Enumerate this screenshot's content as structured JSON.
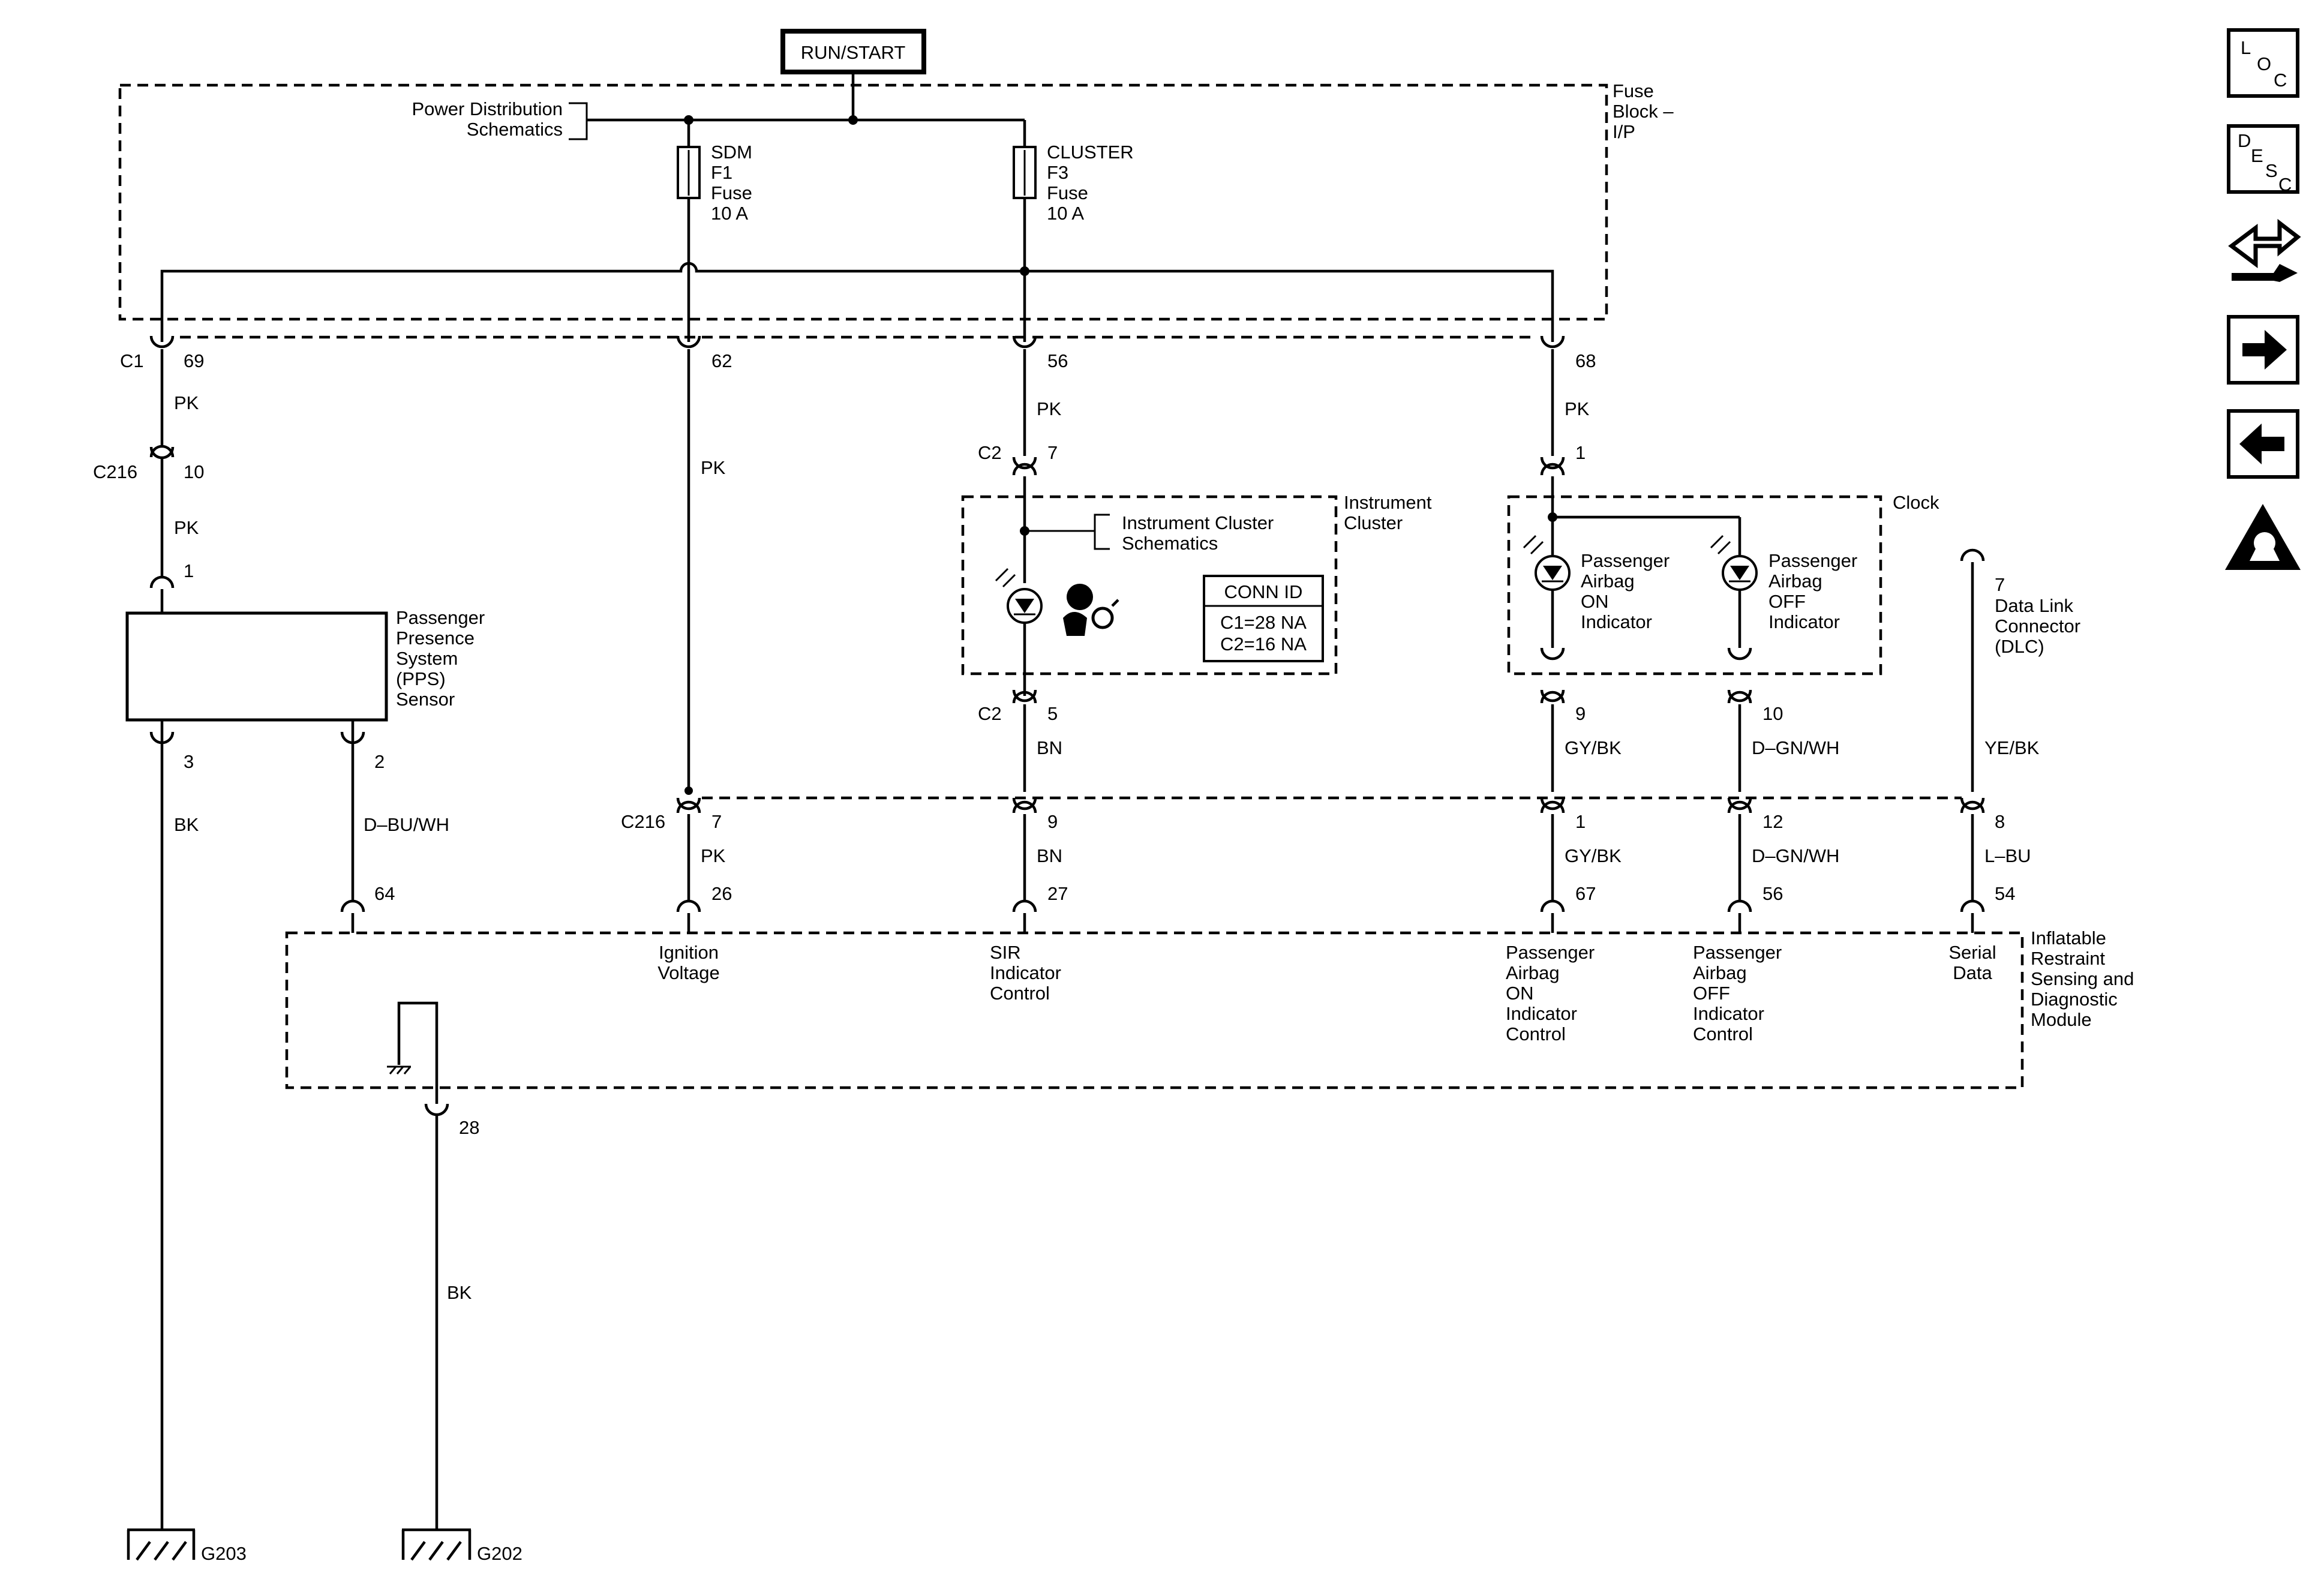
{
  "power": {
    "run_start": "RUN/START"
  },
  "fuse_block": {
    "title_1": "Fuse",
    "title_2": "Block –",
    "title_3": "I/P",
    "power_dist_1": "Power Distribution",
    "power_dist_2": "Schematics",
    "fuse_sdm": [
      "SDM",
      "F1",
      "Fuse",
      "10 A"
    ],
    "fuse_cluster": [
      "CLUSTER",
      "F3",
      "Fuse",
      "10 A"
    ]
  },
  "connectors": {
    "c1": "C1",
    "c216": "C216",
    "c216b": "C216",
    "c2a": "C2",
    "c2b": "C2",
    "p69": "69",
    "p62": "62",
    "p56": "56",
    "p68": "68",
    "p10": "10",
    "p1": "1",
    "p3": "3",
    "p2": "2",
    "p64": "64",
    "p7c2": "7",
    "p1clock": "1",
    "p5": "5",
    "p9clock": "9",
    "p10clock": "10",
    "p7dlc": "7",
    "p7c216": "7",
    "p9c216": "9",
    "p1c216": "1",
    "p12c216": "12",
    "p8c216": "8",
    "p26": "26",
    "p27": "27",
    "p67": "67",
    "p56b": "56",
    "p54": "54",
    "p28": "28"
  },
  "wires": {
    "pk": "PK",
    "bk": "BK",
    "dbuwh": "D–BU/WH",
    "bn": "BN",
    "gybk": "GY/BK",
    "dgnwh": "D–GN/WH",
    "yebk": "YE/BK",
    "lbu": "L–BU"
  },
  "pps": {
    "l1": "Passenger",
    "l2": "Presence",
    "l3": "System",
    "l4": "(PPS)",
    "l5": "Sensor"
  },
  "cluster": {
    "l1": "Instrument",
    "l2": "Cluster",
    "sch1": "Instrument Cluster",
    "sch2": "Schematics",
    "conn_id": "CONN ID",
    "c1na": "C1=28 NA",
    "c2na": "C2=16 NA"
  },
  "clock": {
    "title": "Clock",
    "on": [
      "Passenger",
      "Airbag",
      "ON",
      "Indicator"
    ],
    "off": [
      "Passenger",
      "Airbag",
      "OFF",
      "Indicator"
    ]
  },
  "dlc": {
    "l1": "Data Link",
    "l2": "Connector",
    "l3": "(DLC)"
  },
  "module": {
    "l1": "Inflatable",
    "l2": "Restraint",
    "l3": "Sensing and",
    "l4": "Diagnostic",
    "l5": "Module",
    "ign": [
      "Ignition",
      "Voltage"
    ],
    "sir": [
      "SIR",
      "Indicator",
      "Control"
    ],
    "on": [
      "Passenger",
      "Airbag",
      "ON",
      "Indicator",
      "Control"
    ],
    "off": [
      "Passenger",
      "Airbag",
      "OFF",
      "Indicator",
      "Control"
    ],
    "serial": [
      "Serial",
      "Data"
    ]
  },
  "grounds": {
    "g203": "G203",
    "g202": "G202"
  },
  "nav": {
    "loc": [
      "L",
      "O",
      "C"
    ],
    "desc": [
      "D",
      "E",
      "S",
      "C"
    ]
  },
  "icons": [
    "location-icon",
    "description-icon",
    "connector-swap-icon",
    "next-arrow-icon",
    "previous-arrow-icon",
    "esd-warning-icon"
  ]
}
